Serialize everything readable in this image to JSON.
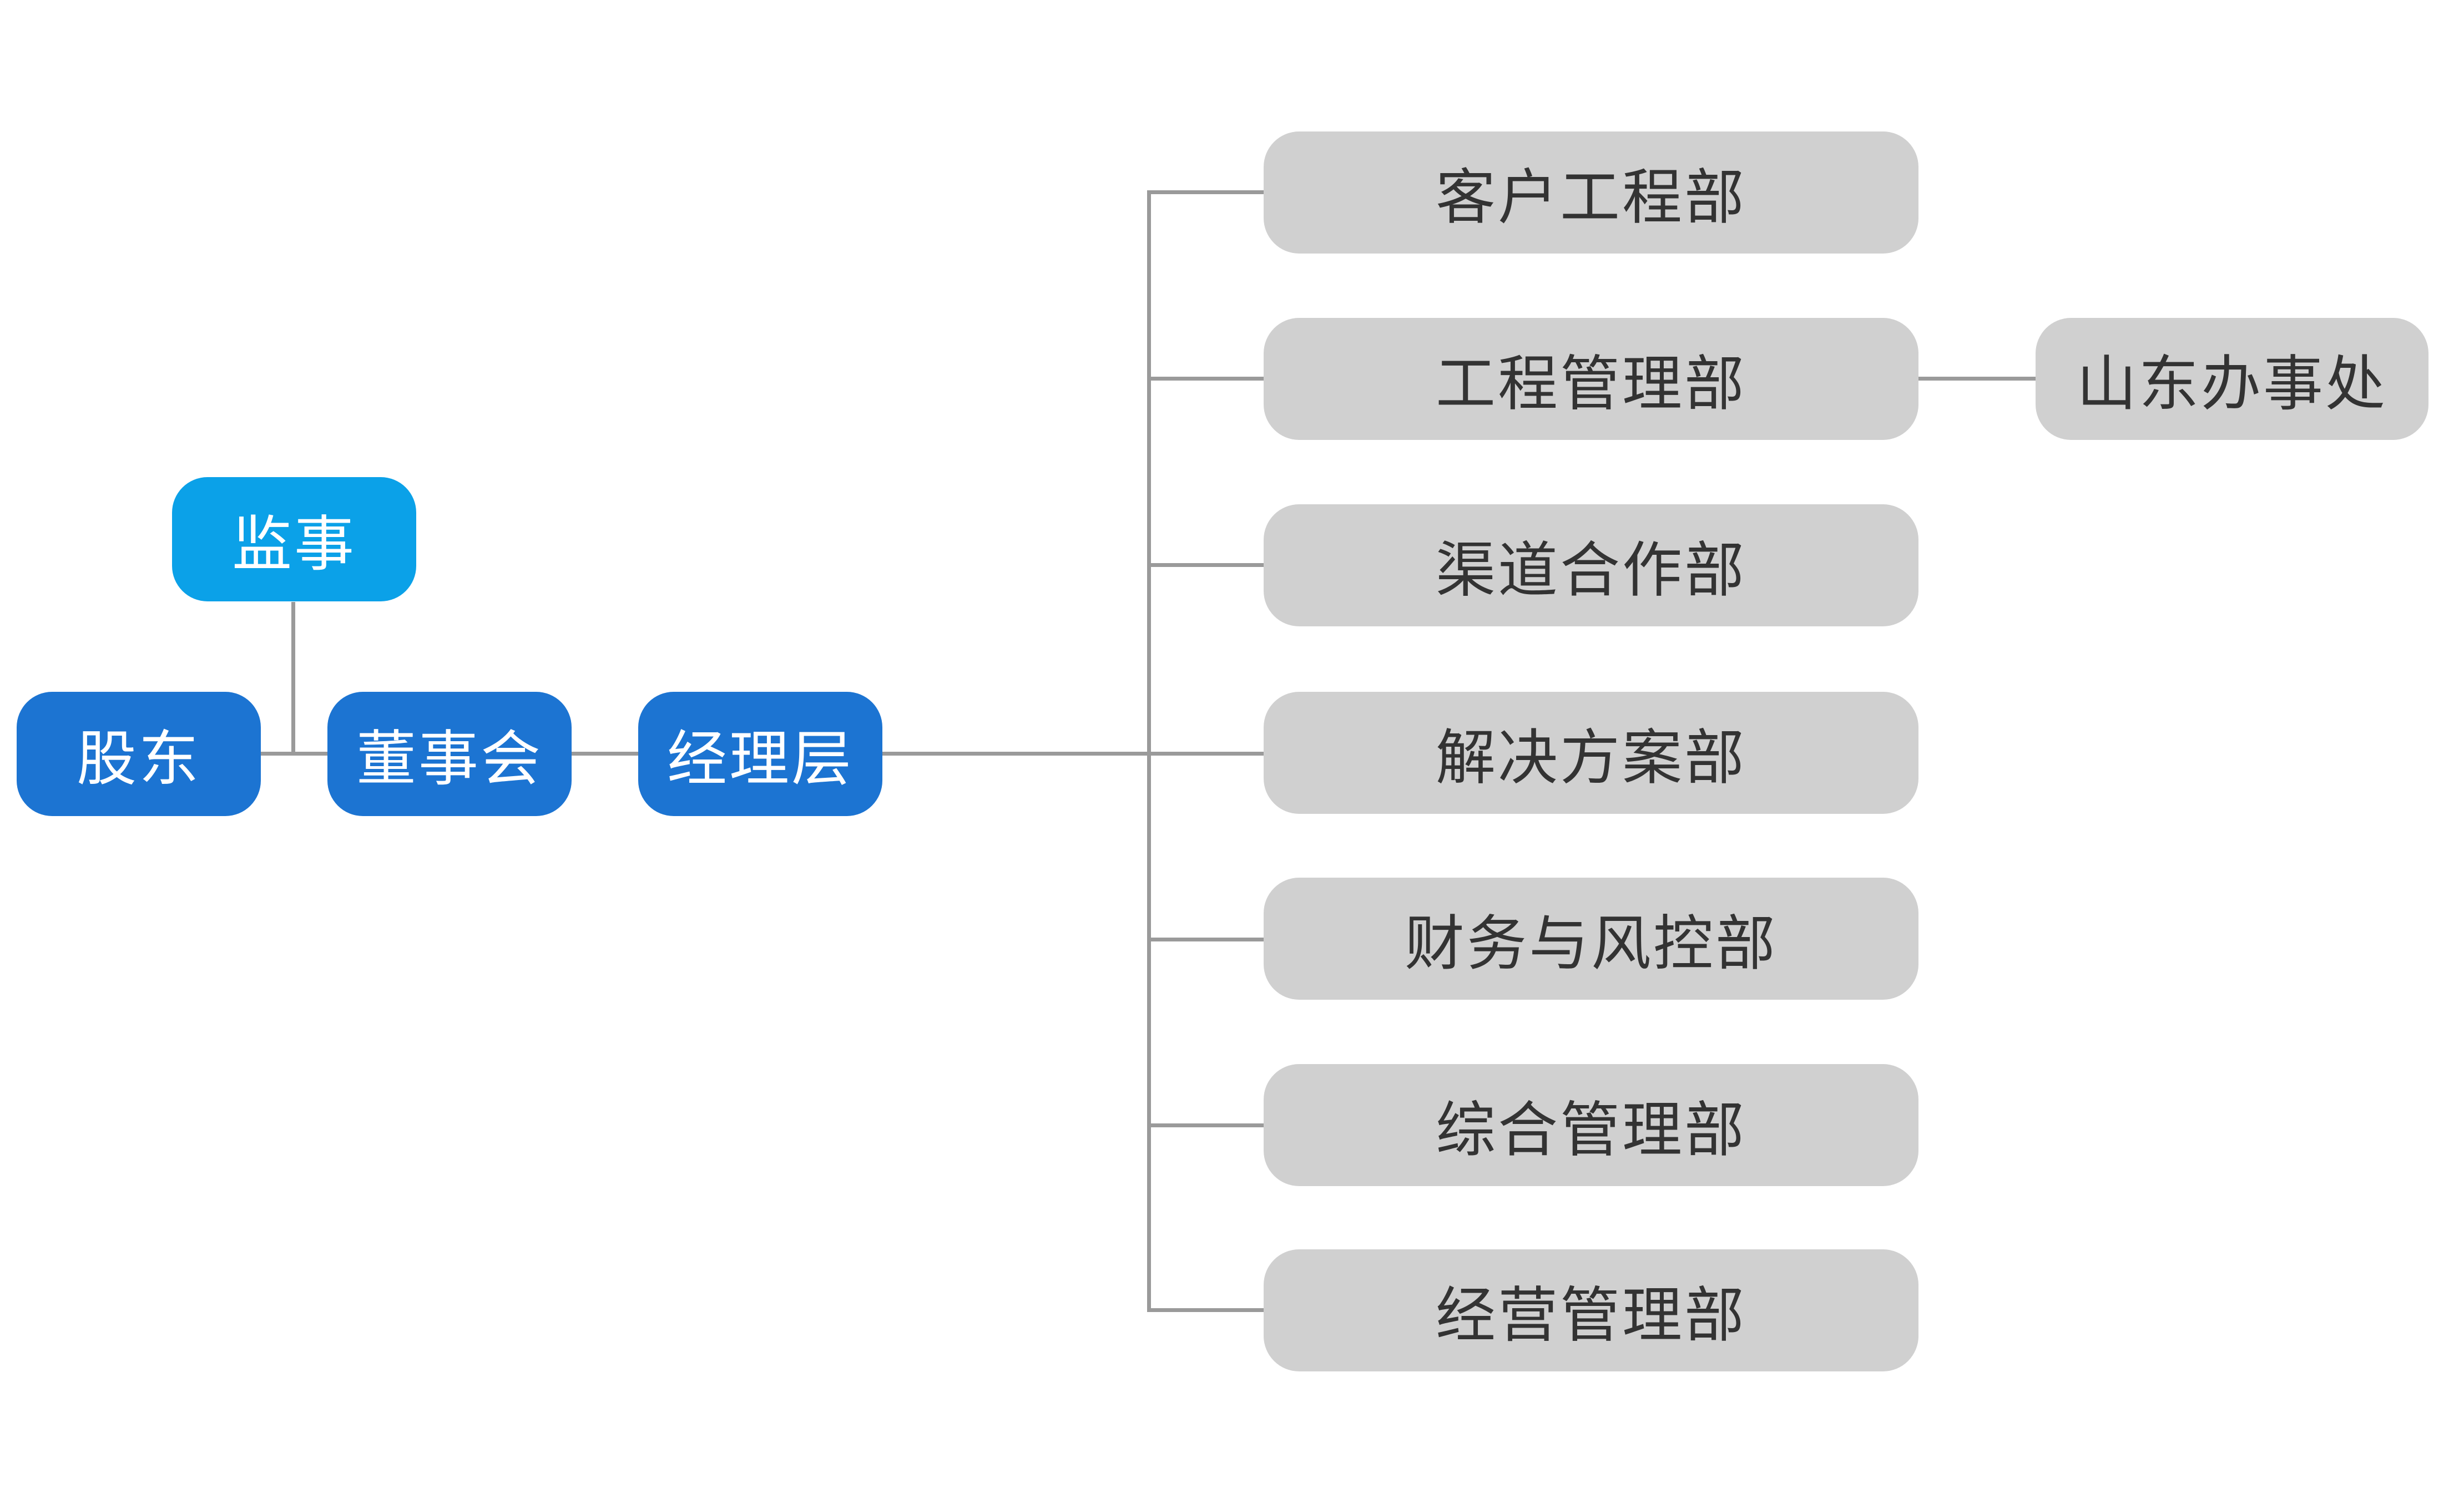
{
  "diagram": {
    "nodes": {
      "supervisor": "监事",
      "shareholders": "股东",
      "board": "董事会",
      "management": "经理层",
      "shandong_office": "山东办事处"
    },
    "departments": [
      "客户工程部",
      "工程管理部",
      "渠道合作部",
      "解决方案部",
      "财务与风控部",
      "综合管理部",
      "经营管理部"
    ],
    "colors": {
      "primary_blue": "#1c74d2",
      "light_blue": "#0ba1e8",
      "department_gray": "#d0d0d0",
      "department_text": "#333333",
      "connector": "#9a9a9a"
    }
  }
}
